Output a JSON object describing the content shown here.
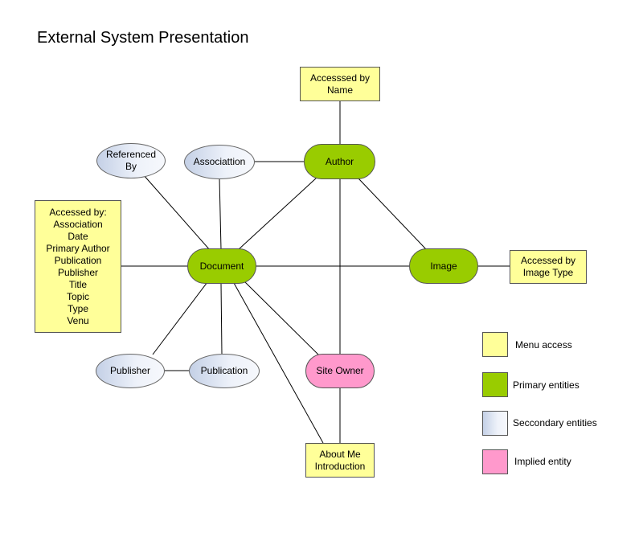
{
  "title": "External System Presentation",
  "nodes": {
    "accessed_by_name": {
      "lines": [
        "Accesssed by",
        "Name"
      ]
    },
    "author": {
      "label": "Author"
    },
    "referenced_by": {
      "lines": [
        "Referenced",
        "By"
      ]
    },
    "association": {
      "label": "Associattion"
    },
    "accessed_by_list": {
      "lines": [
        "Accessed by:",
        "Association",
        "Date",
        "Primary Author",
        "Publication",
        "Publisher",
        "Title",
        "Topic",
        "Type",
        "Venu"
      ]
    },
    "document": {
      "label": "Document"
    },
    "image": {
      "label": "Image"
    },
    "accessed_by_image_type": {
      "lines": [
        "Accessed by",
        "Image Type"
      ]
    },
    "publisher": {
      "label": "Publisher"
    },
    "publication": {
      "label": "Publication"
    },
    "site_owner": {
      "label": "Site Owner"
    },
    "about_me": {
      "lines": [
        "About Me",
        "Introduction"
      ]
    }
  },
  "legend": [
    {
      "label": "Menu access",
      "color": "#ffff99"
    },
    {
      "label": "Primary entities",
      "color": "#99cc00"
    },
    {
      "label": "Seccondary entities",
      "color": "#c8d3e8"
    },
    {
      "label": "Implied entity",
      "color": "#ff99cc"
    }
  ],
  "colors": {
    "menu": "#ffff99",
    "primary": "#99cc00",
    "secondary": "#c8d3e8",
    "implied": "#ff99cc",
    "line": "#000000"
  }
}
